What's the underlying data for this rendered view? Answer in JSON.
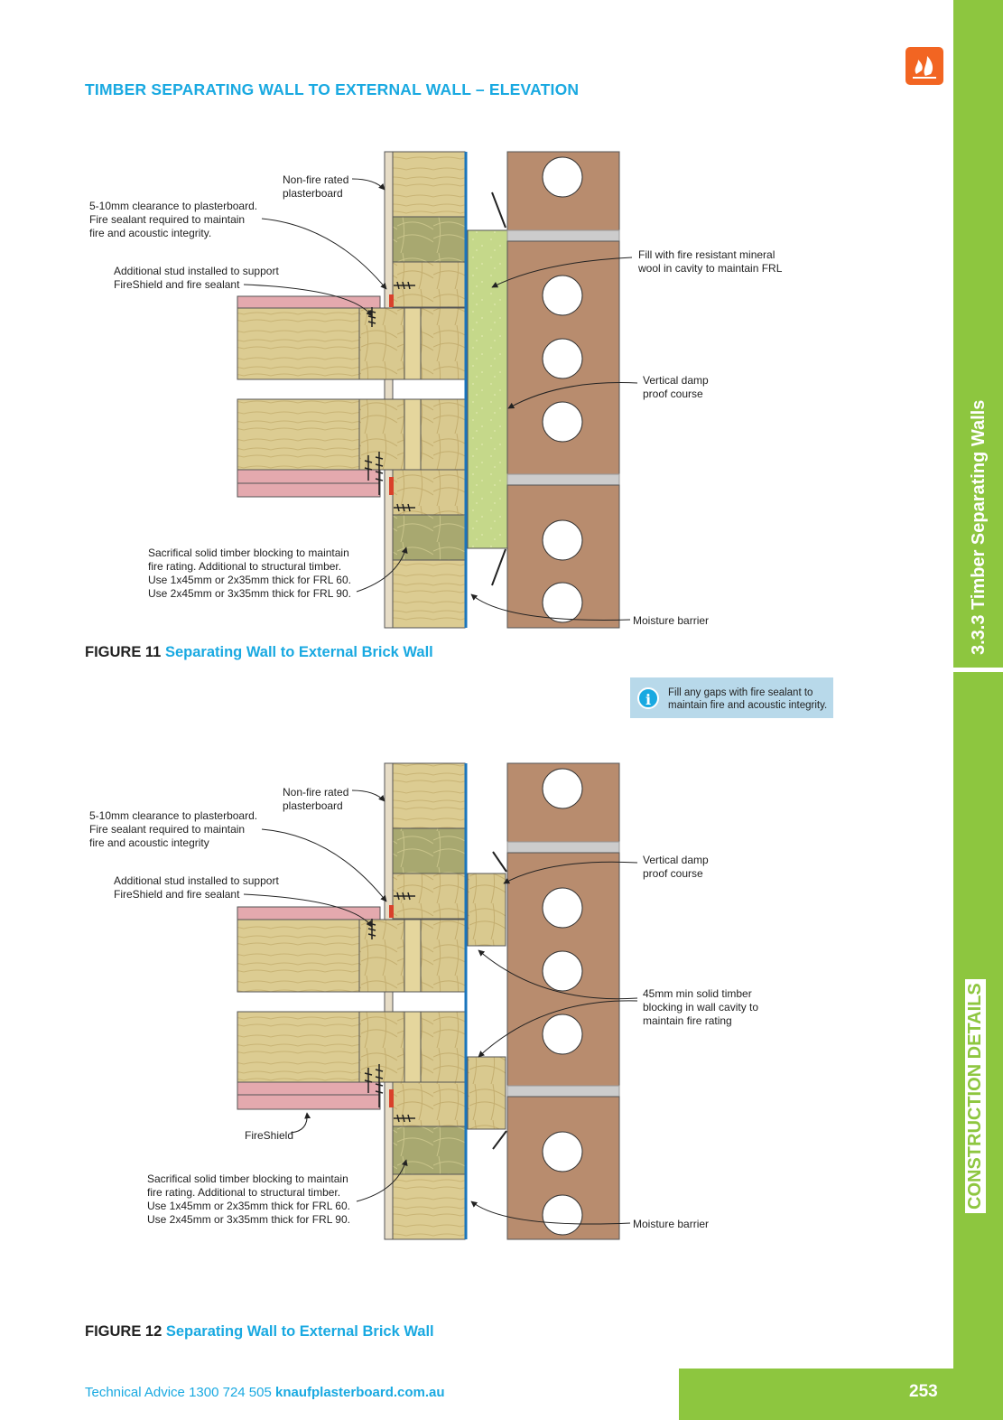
{
  "header": {
    "title": "TIMBER SEPARATING WALL TO EXTERNAL WALL – ELEVATION"
  },
  "sidebar": {
    "section": "3.3.3 Timber Separating Walls",
    "chapter": "CONSTRUCTION DETAILS"
  },
  "figure11": {
    "number": "FIGURE 11",
    "title": "Separating Wall to External Brick Wall",
    "callouts": {
      "non_fire_rated": "Non-fire rated\nplasterboard",
      "clearance": "5-10mm clearance to plasterboard.\nFire sealant required to maintain\nfire and acoustic integrity.",
      "additional_stud": "Additional stud installed to support\nFireShield and fire sealant",
      "mineral_wool": "Fill with fire resistant mineral\nwool in cavity to maintain FRL",
      "damp_proof": "Vertical damp\nproof course",
      "sacrificial": "Sacrifical solid timber blocking to maintain\nfire rating. Additional to structural timber.\nUse 1x45mm or 2x35mm thick for FRL 60.\nUse 2x45mm or 3x35mm thick for FRL 90.",
      "moisture": "Moisture barrier"
    }
  },
  "info": {
    "text": "Fill any gaps with fire sealant to\nmaintain fire and acoustic integrity."
  },
  "figure12": {
    "number": "FIGURE 12",
    "title": "Separating Wall to External Brick Wall",
    "callouts": {
      "non_fire_rated": "Non-fire rated\nplasterboard",
      "clearance": "5-10mm clearance to plasterboard.\nFire sealant required to maintain\nfire and acoustic integrity",
      "additional_stud": "Additional stud installed to support\nFireShield and fire sealant",
      "damp_proof": "Vertical damp\nproof course",
      "blocking": "45mm min solid timber\nblocking in wall cavity to\nmaintain fire rating",
      "fireshield": "FireShield",
      "sacrificial": "Sacrifical solid timber blocking to maintain\nfire rating. Additional to structural timber.\nUse 1x45mm or 2x35mm thick for FRL 60.\nUse 2x45mm or 3x35mm thick for FRL 90.",
      "moisture": "Moisture barrier"
    }
  },
  "footer": {
    "label": "Technical Advice 1300 724 505",
    "website": "knaufplasterboard.com.au",
    "page": "253"
  },
  "colors": {
    "accent_blue": "#19a9e1",
    "sidebar_green": "#8dc63f",
    "brick": "#b88c6e",
    "timber": "#d8c890",
    "mineral_wool": "#c5d88a",
    "plasterboard_pink": "#e4a9ae"
  }
}
